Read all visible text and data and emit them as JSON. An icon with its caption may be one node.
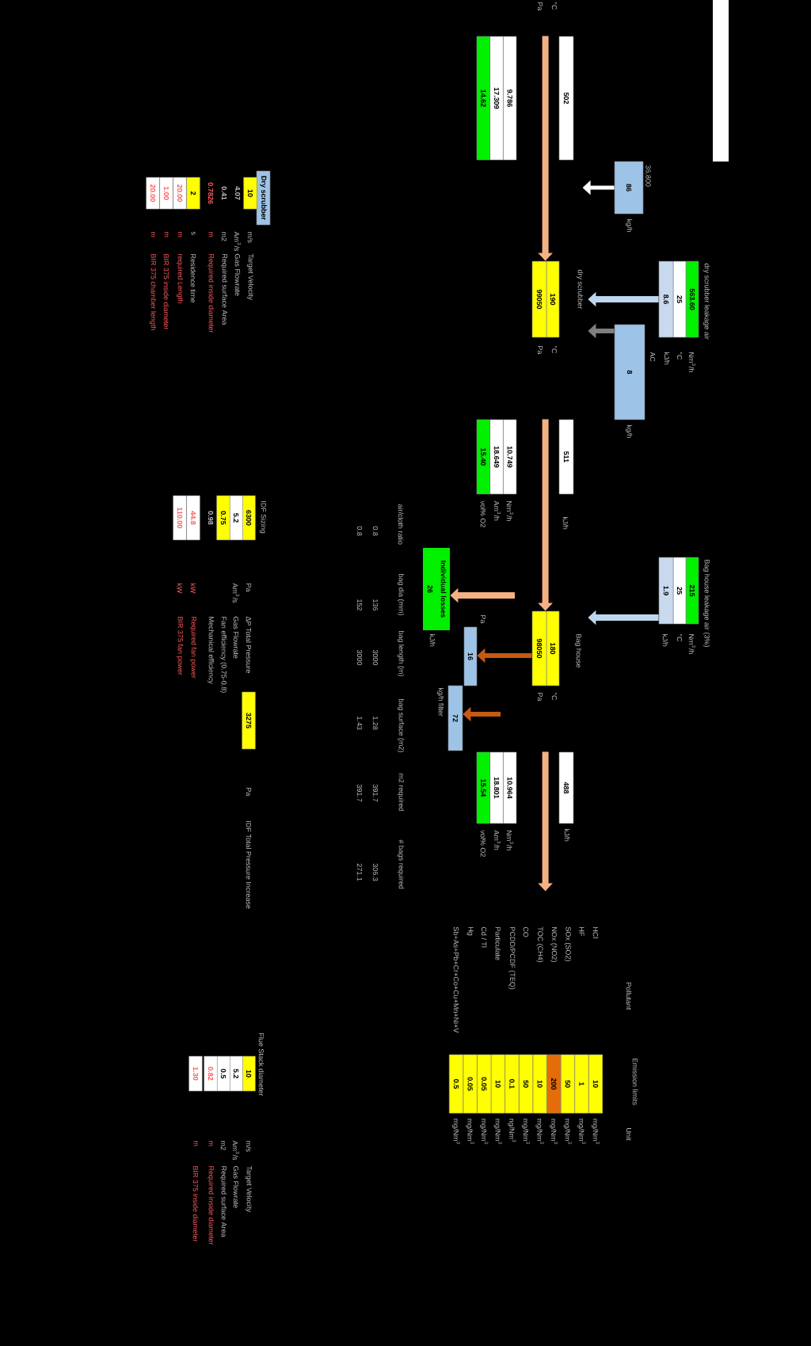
{
  "diagram": {
    "nodes": [
      {
        "text": [],
        "shape": "bar"
      },
      {
        "text": [
          "502"
        ]
      },
      {
        "text": [
          "9.786",
          "17.309",
          "14.62"
        ]
      },
      {
        "text": [
          "86"
        ],
        "beside": [
          "36,800",
          "kg/h"
        ]
      },
      {
        "text": [
          "dry scrubber leakage air",
          "563.60",
          "25",
          "8.6"
        ]
      },
      {
        "text": [
          "8"
        ],
        "beside": [
          "kg/h"
        ]
      },
      {
        "text": [
          "dry scrubber",
          "190",
          "99050"
        ]
      },
      {
        "text": [
          "511"
        ]
      },
      {
        "text": [
          "10.749",
          "18.649",
          "15.40"
        ]
      },
      {
        "text": [
          "Bag house leakage air (3%)",
          "215",
          "25",
          "1.9"
        ]
      },
      {
        "text": [
          "Bag house",
          "180",
          "98050"
        ]
      },
      {
        "text": [
          "Individual losses",
          "26"
        ]
      },
      {
        "text": [
          "16"
        ]
      },
      {
        "text": [
          "72"
        ],
        "beside": [
          "kg/h filter"
        ]
      },
      {
        "text": [
          "488"
        ]
      },
      {
        "text": [
          "10.964",
          "18.801",
          "15.54"
        ]
      }
    ],
    "edges": [
      {
        "from": 1,
        "to": 6,
        "arrow": "to"
      },
      {
        "from": 3,
        "to": null,
        "arrow": "to",
        "color": "#ffffff"
      },
      {
        "from": 4,
        "to": 6,
        "arrow": "to",
        "color": "#bdd7ee"
      },
      {
        "from": 5,
        "to": 6,
        "arrow": "to",
        "color": "#7f7f7f"
      },
      {
        "from": 7,
        "to": 10,
        "arrow": "to"
      },
      {
        "from": 9,
        "to": 10,
        "arrow": "to",
        "color": "#bdd7ee"
      },
      {
        "from": null,
        "to": 11,
        "arrow": "to"
      },
      {
        "from": 10,
        "to": 12,
        "arrow": "to",
        "color": "#c55a11"
      },
      {
        "from": null,
        "to": 13,
        "arrow": "to",
        "color": "#c55a11"
      },
      {
        "from": 14,
        "to": null,
        "arrow": "to"
      }
    ],
    "labels": [
      "°C",
      "Pa",
      "Nm$^{3}$/h",
      "°C",
      "kJ/h",
      "AC",
      "°C",
      "Pa",
      "kJ/h",
      "Nm$^{3}$/h",
      "Am$^{3}$/h",
      "vol% O2",
      "Nm$^{3}$/h",
      "°C",
      "kJ/h",
      "°C",
      "Pa",
      "Pa",
      "kJ/h",
      "kJ/h",
      "Nm$^{3}$/h",
      "Am$^{3}$/h",
      "vol% O2",
      "Pollutant",
      "Emission limits",
      "Unit",
      "HCl",
      "10",
      "mg/Nm$^{3}$",
      "HF",
      "1",
      "mg/Nm$^{3}$",
      "SOx (SO2)",
      "50",
      "mg/Nm$^{3}$",
      "NOx (NO2)",
      "200",
      "mg/Nm$^{3}$",
      "TOC (CH4)",
      "10",
      "mg/Nm$^{3}$",
      "CO",
      "50",
      "mg/Nm$^{3}$",
      "PCDD/PCDF (TEQ)",
      "0.1",
      "ng/Nm$^{3}$",
      "Particulate",
      "10",
      "mg/Nm$^{3}$",
      "Cd / Tl",
      "0.05",
      "mg/Nm$^{3}$",
      "Hg",
      "0.05",
      "mg/Nm$^{3}$",
      "Sb+As+Pb+Cr+Co+Cu+Mn+Ni+V",
      "0.5",
      "mg/Nm$^{3}$",
      "air/cloth ratio",
      "bag dia (mm)",
      "bag length (m)",
      "bag surface (m2)",
      "m2 required",
      "# bags required",
      "0.8",
      "136",
      "3000",
      "1.28",
      "391.7",
      "306.3",
      "0.8",
      "152",
      "3000",
      "1.43",
      "391.7",
      "271.1",
      "Dry scrubber",
      "10",
      "m/s",
      "Target Velocity",
      "4.07",
      "Am$^{3}$/s",
      "Gas Flowrate",
      "0.41",
      "m2",
      "Required surface Area",
      "0.7826",
      "m",
      "Required inside diameter",
      "2",
      "s",
      "Residence time",
      "20.00",
      "m",
      "required Length",
      "1.00",
      "m",
      "BIR 375 inside diameter",
      "20.00",
      "m",
      "BIR 375 chamber length",
      "IDF Sizing",
      "6300",
      "Pa",
      "ΔP Total Pressure",
      "5.2",
      "Am$^{3}$/s",
      "Gas Flowrate",
      "0.75",
      "Fan efficiency (0.75-0.8)",
      "0.98",
      "Mechanical efficiency",
      "44.8",
      "kW",
      "Required fan power",
      "110.00",
      "kW",
      "BIR 375 fan power",
      "3275",
      "Pa",
      "IDF Total Pressure Increase",
      "Flue Stack diameter",
      "10",
      "m/s",
      "Target Velocity",
      "5.2",
      "Am$^{3}$/s",
      "Gas Flowrate",
      "0.5",
      "m2",
      "Required surface Area",
      "0.82",
      "m",
      "Required inside diameter",
      "1.30",
      "m",
      "BIR 375 inside diameter"
    ]
  }
}
